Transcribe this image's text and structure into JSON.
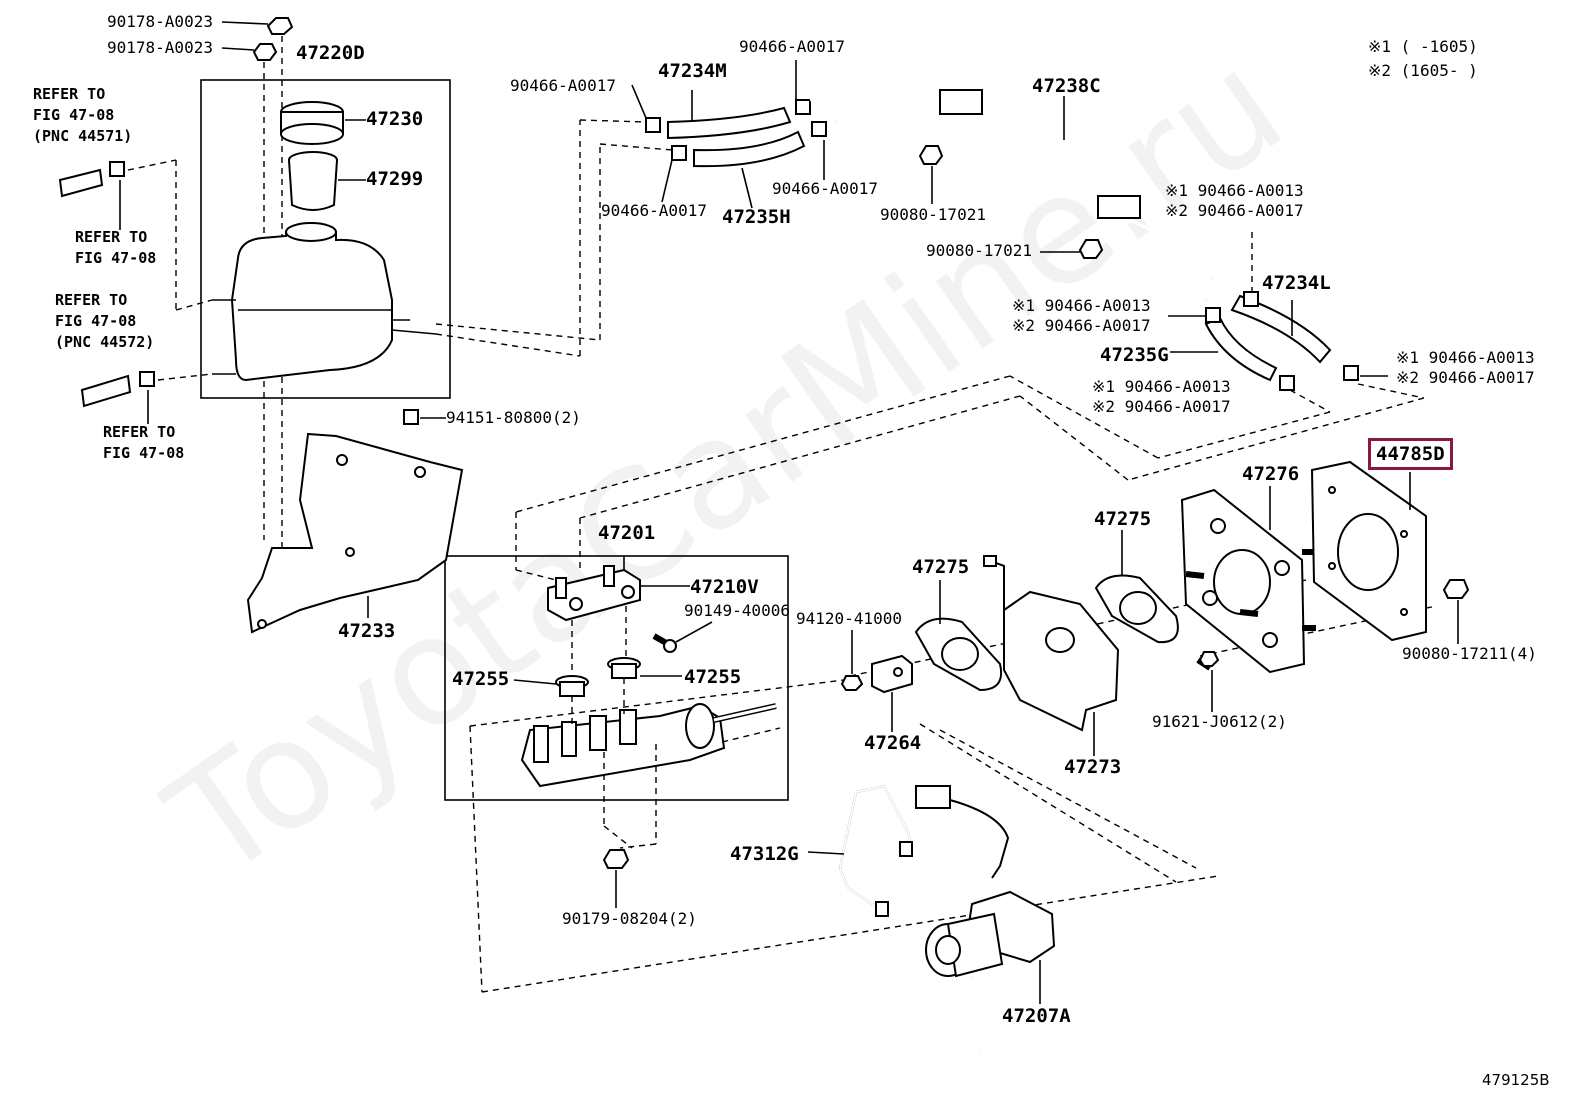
{
  "diagram_code": "479125B",
  "watermark": "ToyotaCarMine.ru",
  "highlight_color": "#8b1a3a",
  "notes": [
    "※1 (    -1605)",
    "※2 (1605-    )"
  ],
  "labels": {
    "p90178a": "90178-A0023",
    "p90178b": "90178-A0023",
    "p47220d": "47220D",
    "p47230": "47230",
    "p47299": "47299",
    "ref1a": "REFER TO",
    "ref1b": "FIG 47-08",
    "ref1c": "(PNC 44571)",
    "ref2a": "REFER TO",
    "ref2b": "FIG 47-08",
    "ref3a": "REFER TO",
    "ref3b": "FIG 47-08",
    "ref3c": "(PNC 44572)",
    "ref4a": "REFER TO",
    "ref4b": "FIG 47-08",
    "p94151": "94151-80800(2)",
    "p47233": "47233",
    "p90466_1": "90466-A0017",
    "p90466_2": "90466-A0017",
    "p47234m": "47234M",
    "p90466_3": "90466-A0017",
    "p47235h": "47235H",
    "p90466_4": "90466-A0017",
    "p47238c": "47238C",
    "p90080a": "90080-17021",
    "p90080b": "90080-17021",
    "n1a": "※1 90466-A0013",
    "n1b": "※2 90466-A0017",
    "p47234l": "47234L",
    "n2a": "※1 90466-A0013",
    "n2b": "※2 90466-A0017",
    "p47235g": "47235G",
    "n3a": "※1 90466-A0013",
    "n3b": "※2 90466-A0017",
    "n4a": "※1 90466-A0013",
    "n4b": "※2 90466-A0017",
    "p44785d": "44785D",
    "p47276": "47276",
    "p47275a": "47275",
    "p47275b": "47275",
    "p90080c": "90080-17211(4)",
    "p47201": "47201",
    "p47210v": "47210V",
    "p90149": "90149-40006",
    "p47255a": "47255",
    "p47255b": "47255",
    "p94120": "94120-41000",
    "p47264": "47264",
    "p47273": "47273",
    "p91621": "91621-J0612(2)",
    "p47312g": "47312G",
    "p90179": "90179-08204(2)",
    "p47207a": "47207A"
  }
}
